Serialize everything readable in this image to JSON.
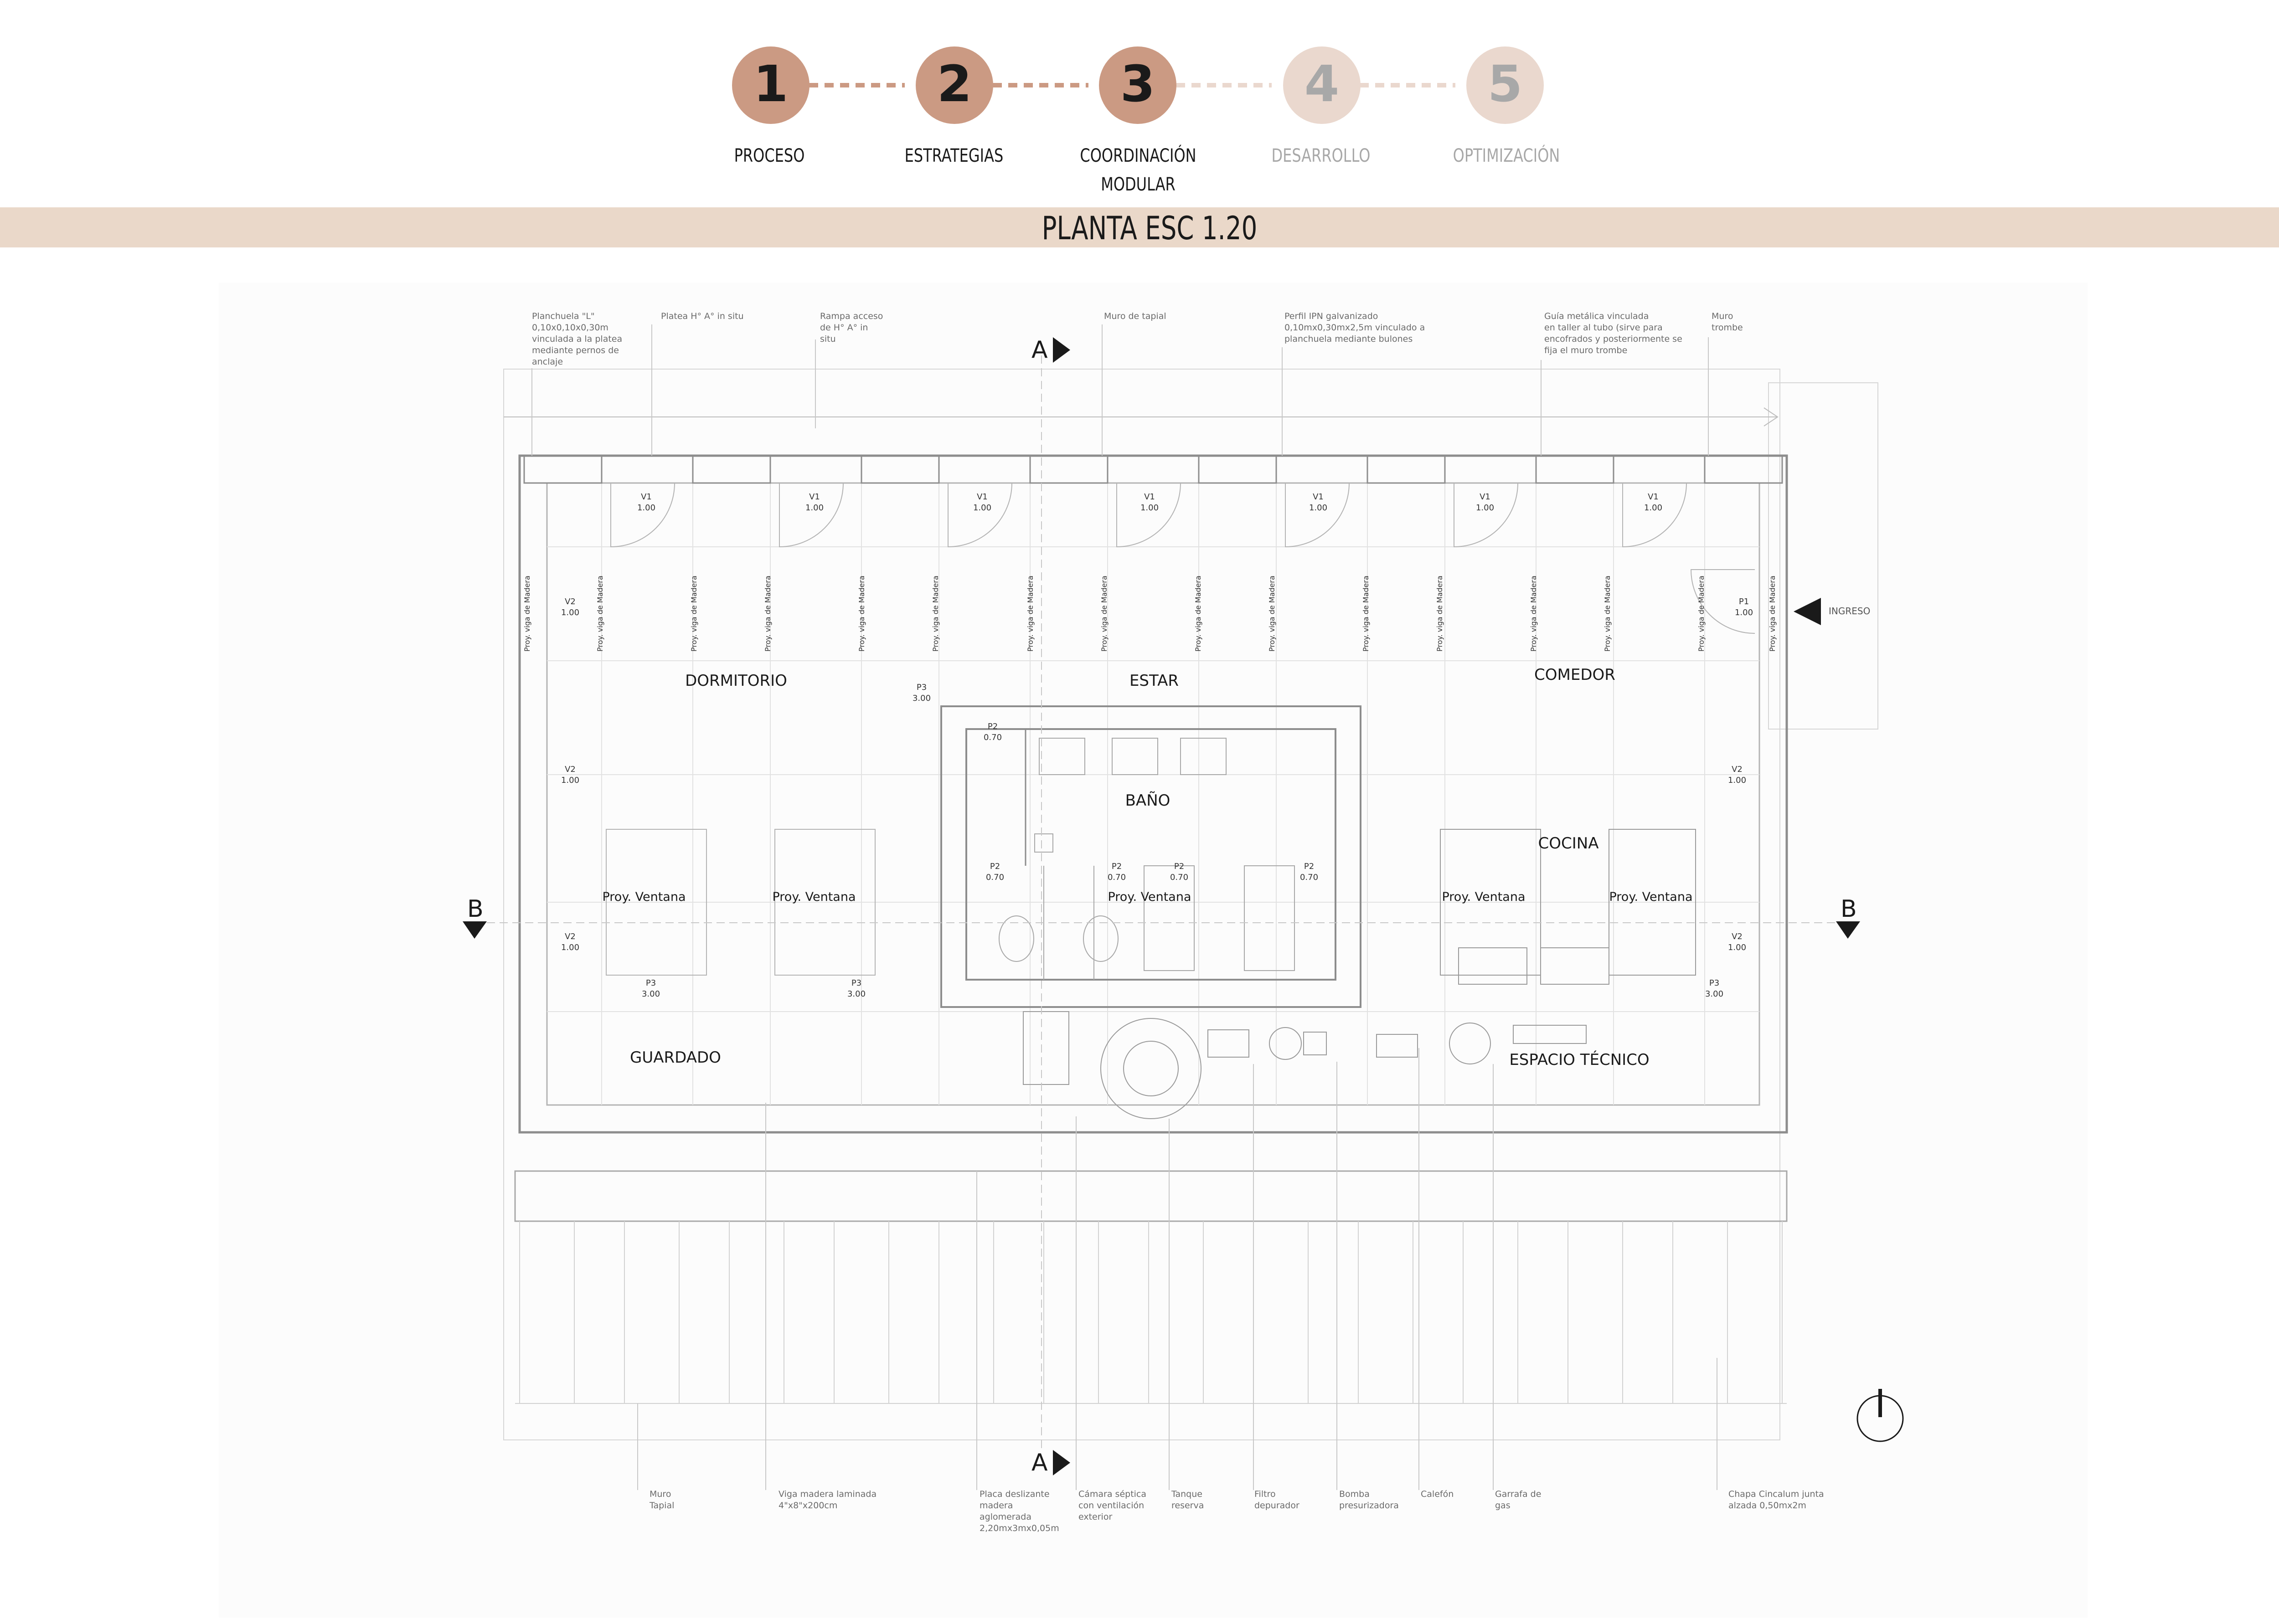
{
  "steps": [
    {
      "num": "1",
      "label": "PROCESO",
      "active": true
    },
    {
      "num": "2",
      "label": "ESTRATEGIAS",
      "active": true
    },
    {
      "num": "3",
      "label": "COORDINACIÓN",
      "label2": "MODULAR",
      "active": true
    },
    {
      "num": "4",
      "label": "DESARROLLO",
      "active": false
    },
    {
      "num": "5",
      "label": "OPTIMIZACIÓN",
      "active": false
    }
  ],
  "banner": {
    "title": "PLANTA ESC 1.20"
  },
  "colors": {
    "active": "#cb9a83",
    "inactive": "#ead8ce",
    "banner": "#ead8c9",
    "line": "#9a9a9a",
    "text": "#1a1a1a"
  },
  "rooms": [
    {
      "id": "dormitorio",
      "label": "DORMITORIO"
    },
    {
      "id": "estar",
      "label": "ESTAR"
    },
    {
      "id": "comedor",
      "label": "COMEDOR"
    },
    {
      "id": "bano",
      "label": "BAÑO"
    },
    {
      "id": "cocina",
      "label": "COCINA"
    },
    {
      "id": "guardado",
      "label": "GUARDADO"
    },
    {
      "id": "tecnico",
      "label": "ESPACIO TÉCNICO"
    }
  ],
  "windows_label": "Proy. Ventana",
  "beam_label": "Proy. viga de Madera",
  "entry_label": "INGRESO",
  "cuts": {
    "a": "A",
    "b": "B"
  },
  "openings": {
    "v1": {
      "code": "V1",
      "dim": "1.00"
    },
    "v2": {
      "code": "V2",
      "dim": "1.00"
    },
    "p1": {
      "code": "P1",
      "dim": "1.00"
    },
    "p2": {
      "code": "P2",
      "dim": "0.70"
    },
    "p3": {
      "code": "P3",
      "dim": "3.00"
    }
  },
  "notes_top": [
    {
      "lines": [
        "Planchuela \"L\"",
        "0,10x0,10x0,30m",
        "vinculada a la platea",
        "mediante pernos de",
        "anclaje"
      ]
    },
    {
      "lines": [
        "Platea H° A° in situ"
      ]
    },
    {
      "lines": [
        "Rampa acceso",
        "de H° A° in",
        "situ"
      ]
    },
    {
      "lines": [
        "Muro de tapial"
      ]
    },
    {
      "lines": [
        "Perfil IPN galvanizado",
        "0,10mx0,30mx2,5m vinculado a",
        "planchuela mediante bulones"
      ]
    },
    {
      "lines": [
        "Guía metálica vinculada",
        "en taller al tubo (sirve para",
        "encofrados y posteriormente se",
        "fija el muro trombe"
      ]
    },
    {
      "lines": [
        "Muro",
        "trombe"
      ]
    }
  ],
  "notes_bottom": [
    {
      "lines": [
        "Muro",
        "Tapial"
      ]
    },
    {
      "lines": [
        "Viga madera laminada",
        "4\"x8\"x200cm"
      ]
    },
    {
      "lines": [
        "Placa deslizante",
        "madera",
        "aglomerada",
        "2,20mx3mx0,05m"
      ]
    },
    {
      "lines": [
        "Cámara séptica",
        "con ventilación",
        "exterior"
      ]
    },
    {
      "lines": [
        "Tanque",
        "reserva"
      ]
    },
    {
      "lines": [
        "Filtro",
        "depurador"
      ]
    },
    {
      "lines": [
        "Bomba",
        "presurizadora"
      ]
    },
    {
      "lines": [
        "Calefón"
      ]
    },
    {
      "lines": [
        "Garrafa de",
        "gas"
      ]
    },
    {
      "lines": [
        "Chapa Cincalum junta",
        "alzada 0,50mx2m"
      ]
    }
  ]
}
